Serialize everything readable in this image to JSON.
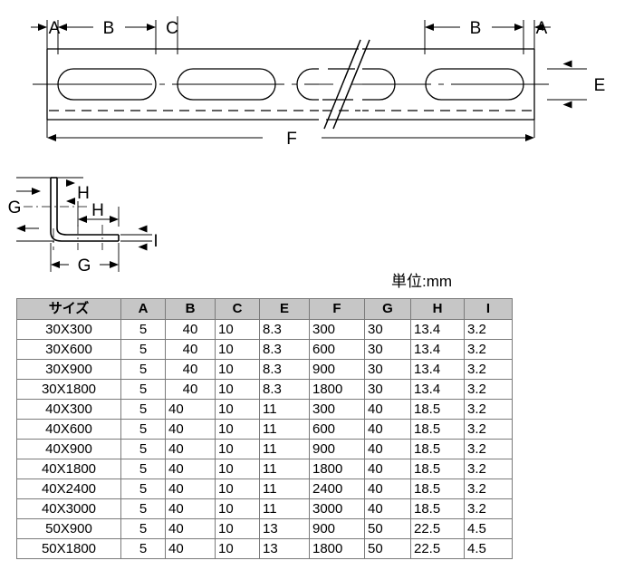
{
  "drawing": {
    "top_view": {
      "name": "slotted-flat-bar-side-view",
      "dimension_labels": [
        "A",
        "B",
        "C",
        "B",
        "A",
        "E",
        "F"
      ],
      "labels": {
        "a_left": "A",
        "b_left": "B",
        "c": "C",
        "b_right": "B",
        "a_right": "A",
        "e": "E",
        "f": "F"
      },
      "slot_count": 4,
      "break_line": true
    },
    "cross_section": {
      "name": "l-angle-cross-section",
      "labels": {
        "g_vertical": "G",
        "g_horizontal": "G",
        "h_vertical": "H",
        "h_horizontal": "H",
        "i": "I"
      }
    }
  },
  "units_note": "単位:mm",
  "table": {
    "headers": [
      "サイズ",
      "A",
      "B",
      "C",
      "E",
      "F",
      "G",
      "H",
      "I"
    ],
    "rows": [
      {
        "size": "30X300",
        "A": "5",
        "B": "40",
        "C": "10",
        "E": "8.3",
        "F": "300",
        "G": "30",
        "H": "13.4",
        "I": "3.2",
        "b_center": true
      },
      {
        "size": "30X600",
        "A": "5",
        "B": "40",
        "C": "10",
        "E": "8.3",
        "F": "600",
        "G": "30",
        "H": "13.4",
        "I": "3.2",
        "b_center": true
      },
      {
        "size": "30X900",
        "A": "5",
        "B": "40",
        "C": "10",
        "E": "8.3",
        "F": "900",
        "G": "30",
        "H": "13.4",
        "I": "3.2",
        "b_center": true
      },
      {
        "size": "30X1800",
        "A": "5",
        "B": "40",
        "C": "10",
        "E": "8.3",
        "F": "1800",
        "G": "30",
        "H": "13.4",
        "I": "3.2",
        "b_center": true
      },
      {
        "size": "40X300",
        "A": "5",
        "B": "40",
        "C": "10",
        "E": "11",
        "F": "300",
        "G": "40",
        "H": "18.5",
        "I": "3.2",
        "b_center": false
      },
      {
        "size": "40X600",
        "A": "5",
        "B": "40",
        "C": "10",
        "E": "11",
        "F": "600",
        "G": "40",
        "H": "18.5",
        "I": "3.2",
        "b_center": false
      },
      {
        "size": "40X900",
        "A": "5",
        "B": "40",
        "C": "10",
        "E": "11",
        "F": "900",
        "G": "40",
        "H": "18.5",
        "I": "3.2",
        "b_center": false
      },
      {
        "size": "40X1800",
        "A": "5",
        "B": "40",
        "C": "10",
        "E": "11",
        "F": "1800",
        "G": "40",
        "H": "18.5",
        "I": "3.2",
        "b_center": false
      },
      {
        "size": "40X2400",
        "A": "5",
        "B": "40",
        "C": "10",
        "E": "11",
        "F": "2400",
        "G": "40",
        "H": "18.5",
        "I": "3.2",
        "b_center": false
      },
      {
        "size": "40X3000",
        "A": "5",
        "B": "40",
        "C": "10",
        "E": "11",
        "F": "3000",
        "G": "40",
        "H": "18.5",
        "I": "3.2",
        "b_center": false
      },
      {
        "size": "50X900",
        "A": "5",
        "B": "40",
        "C": "10",
        "E": "13",
        "F": "900",
        "G": "50",
        "H": "22.5",
        "I": "4.5",
        "b_center": false
      },
      {
        "size": "50X1800",
        "A": "5",
        "B": "40",
        "C": "10",
        "E": "13",
        "F": "1800",
        "G": "50",
        "H": "22.5",
        "I": "4.5",
        "b_center": false
      }
    ]
  },
  "colors": {
    "line": "#000000",
    "header_bg": "#c6c6c6",
    "border": "#7a7a7a",
    "background": "#ffffff"
  }
}
